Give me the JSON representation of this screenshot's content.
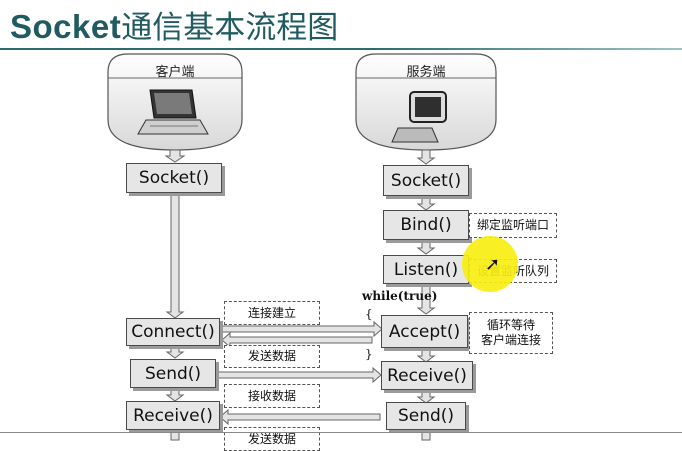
{
  "title": {
    "en": "Socket",
    "zh": "通信基本流程图"
  },
  "client": {
    "caption": "客户端",
    "steps": [
      "Socket()",
      "Connect()",
      "Send()",
      "Receive()"
    ]
  },
  "server": {
    "caption": "服务端",
    "steps": [
      "Socket()",
      "Bind()",
      "Listen()",
      "Accept()",
      "Receive()",
      "Send()"
    ],
    "loop_label": "while(true)",
    "loop_open": "{",
    "loop_close": "}"
  },
  "notes": {
    "bind": "绑定监听端口",
    "listen": "设置监听队列",
    "accept_line1": "循环等待",
    "accept_line2": "客户端连接",
    "connect": "连接建立",
    "send1": "发送数据",
    "recv": "接收数据",
    "send2": "发送数据"
  },
  "colors": {
    "title": "#1f5b60",
    "highlight": "#f7ef12"
  }
}
